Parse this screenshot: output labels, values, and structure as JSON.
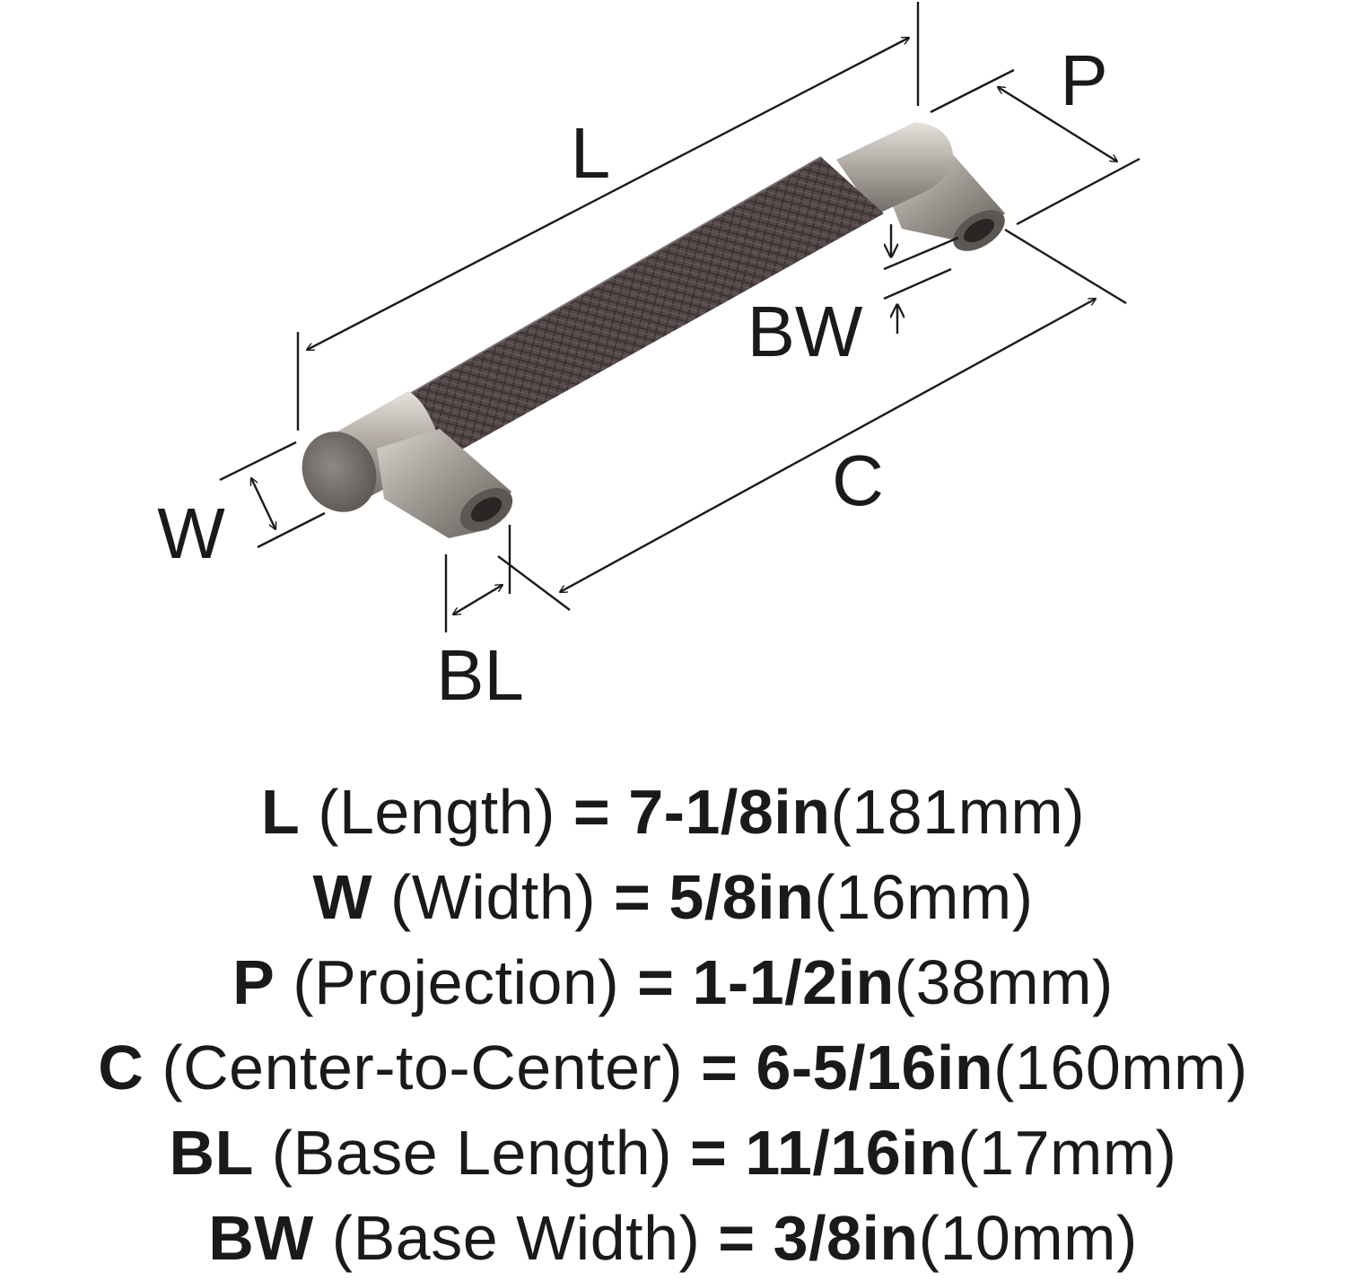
{
  "diagram": {
    "labels": {
      "L": "L",
      "P": "P",
      "BW": "BW",
      "C": "C",
      "W": "W",
      "BL": "BL"
    }
  },
  "specs": [
    {
      "code": "L",
      "name": "(Length)",
      "eq": "=",
      "imperial": "7-1/8in",
      "metric": "(181mm)"
    },
    {
      "code": "W",
      "name": "(Width)",
      "eq": "=",
      "imperial": "5/8in",
      "metric": "(16mm)"
    },
    {
      "code": "P",
      "name": "(Projection)",
      "eq": "=",
      "imperial": "1-1/2in",
      "metric": "(38mm)"
    },
    {
      "code": "C",
      "name": "(Center-to-Center)",
      "eq": "=",
      "imperial": "6-5/16in",
      "metric": "(160mm)"
    },
    {
      "code": "BL",
      "name": "(Base Length)",
      "eq": "=",
      "imperial": "11/16in",
      "metric": "(17mm)"
    },
    {
      "code": "BW",
      "name": "(Base Width)",
      "eq": "=",
      "imperial": "3/8in",
      "metric": "(10mm)"
    }
  ]
}
